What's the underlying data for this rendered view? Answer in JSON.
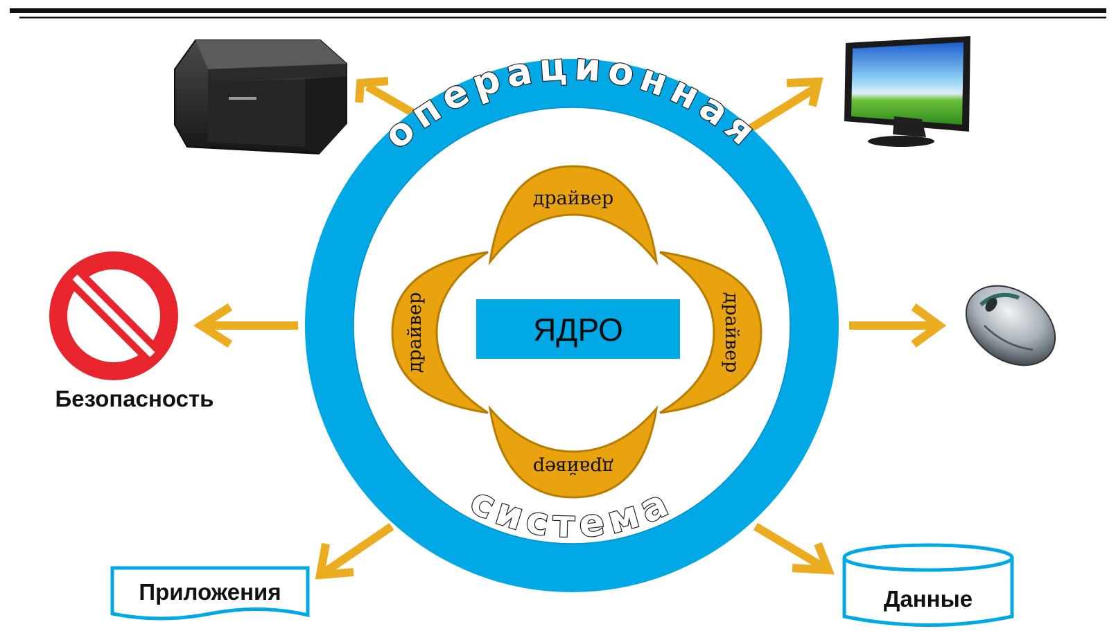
{
  "kernel": {
    "label": "ЯДРО"
  },
  "ring": {
    "top_text": "операционная",
    "bottom_text": "система"
  },
  "drivers": {
    "top": "драйвер",
    "right": "драйвер",
    "bottom": "драйвер",
    "left": "драйвер"
  },
  "peripherals": {
    "security": "Безопасность",
    "applications": "Приложения",
    "data": "Данные"
  },
  "icons": {
    "printer": "printer-icon",
    "monitor": "monitor-icon",
    "mouse": "mouse-icon",
    "prohibition": "no-entry-icon",
    "database": "database-icon"
  },
  "colors": {
    "ring": "#00a8e6",
    "driver": "#e9a30e",
    "arrow": "#ecac20",
    "kernel_box": "#00a8e6",
    "security": "#e8242d"
  }
}
